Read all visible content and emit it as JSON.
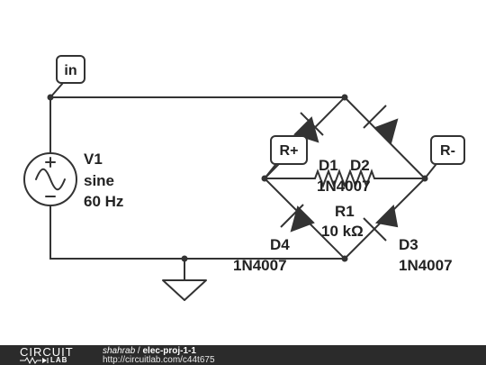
{
  "labels": {
    "in": "in",
    "r_plus": "R+",
    "r_minus": "R-"
  },
  "source": {
    "name": "V1",
    "type": "sine",
    "freq": "60 Hz"
  },
  "diodes": {
    "d1": {
      "name": "D1"
    },
    "d2": {
      "name": "D2",
      "part": "1N4007"
    },
    "d3": {
      "name": "D3",
      "part": "1N4007"
    },
    "d4": {
      "name": "D4",
      "part": "1N4007"
    }
  },
  "resistor": {
    "name": "R1",
    "value": "10 kΩ"
  },
  "footer": {
    "logo_top": "CIRCUIT",
    "logo_bottom": "LAB",
    "user": "shahrab",
    "separator": " / ",
    "project": "elec-proj-1-1",
    "url": "http://circuitlab.com/c44t675"
  },
  "colors": {
    "wire": "#333333",
    "footer_bg": "#2b2b2b"
  }
}
